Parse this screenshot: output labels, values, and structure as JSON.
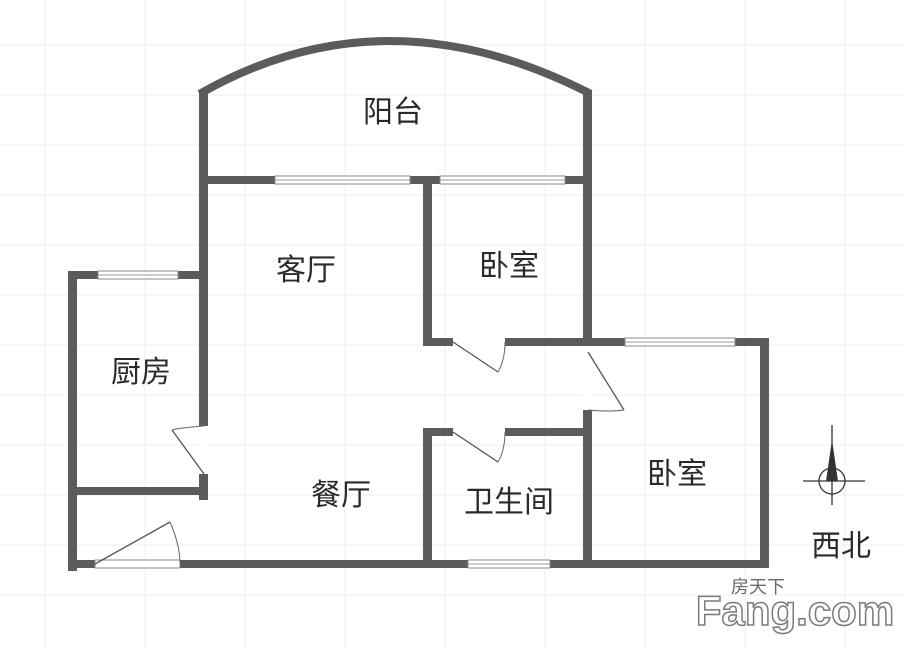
{
  "rooms": {
    "balcony": "阳台",
    "living_room": "客厅",
    "bedroom_north": "卧室",
    "kitchen": "厨房",
    "dining_room": "餐厅",
    "bathroom": "卫生间",
    "bedroom_south": "卧室"
  },
  "compass": {
    "label": "西北"
  },
  "watermark": {
    "brand": "Fang.com",
    "brand_cn": "房天下"
  },
  "colors": {
    "wall": "#5b5b5b",
    "grid": "#ececec",
    "label": "#2a2a2a"
  }
}
